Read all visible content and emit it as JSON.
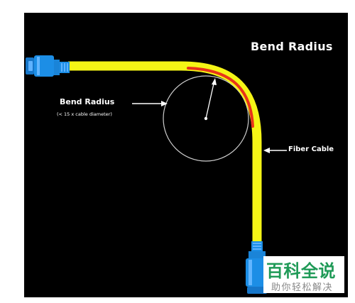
{
  "diagram": {
    "title": "Bend Radius",
    "bend_radius_label": "Bend Radius",
    "bend_radius_note": "(< 15 x cable diameter)",
    "fiber_cable_label": "Fiber Cable"
  },
  "watermark": {
    "logo_text": "百科全说",
    "tagline": "助你轻松解决"
  },
  "colors": {
    "background": "#000000",
    "cable": "#f5f516",
    "bend_highlight": "#e8341a",
    "connector": "#1c8ee6",
    "annotation": "#ffffff",
    "watermark_green": "#1f9a57"
  }
}
